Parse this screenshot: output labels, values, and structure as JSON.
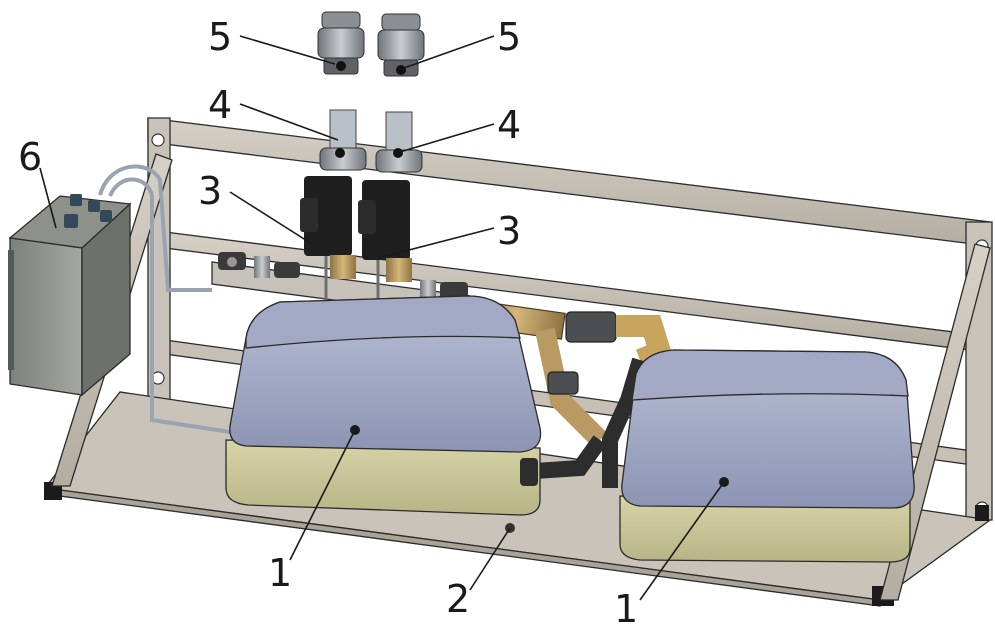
{
  "figure": {
    "callouts": [
      {
        "id": "pump-left",
        "label": "1"
      },
      {
        "id": "pump-right",
        "label": "1"
      },
      {
        "id": "base-plate",
        "label": "2"
      },
      {
        "id": "valve-left",
        "label": "3"
      },
      {
        "id": "valve-right",
        "label": "3"
      },
      {
        "id": "hose-left",
        "label": "4"
      },
      {
        "id": "hose-right",
        "label": "4"
      },
      {
        "id": "connector-left",
        "label": "5"
      },
      {
        "id": "connector-right",
        "label": "5"
      },
      {
        "id": "control-box",
        "label": "6"
      }
    ]
  }
}
